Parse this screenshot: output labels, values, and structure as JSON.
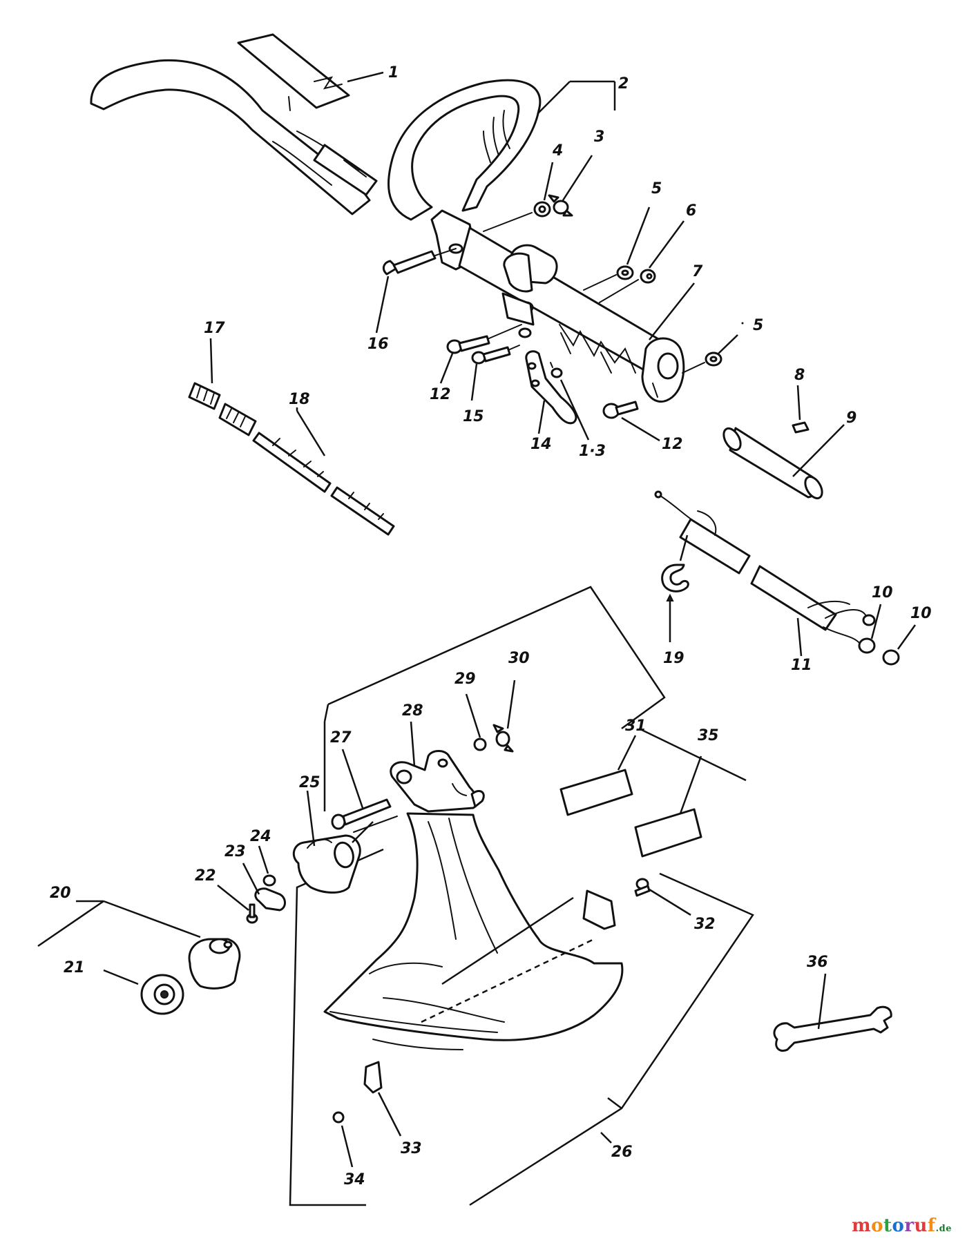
{
  "callouts": {
    "c1": "1",
    "c2": "2",
    "c3": "3",
    "c4": "4",
    "c5a": "5",
    "c5b": "5",
    "c6": "6",
    "c7": "7",
    "c8": "8",
    "c9": "9",
    "c10a": "10",
    "c10b": "10",
    "c11": "11",
    "c12a": "12",
    "c12b": "12",
    "c13": "1·3",
    "c14": "14",
    "c15": "15",
    "c16": "16",
    "c17": "17",
    "c18": "18",
    "c19": "19",
    "c20": "20",
    "c21": "21",
    "c22": "22",
    "c23": "23",
    "c24": "24",
    "c25": "25",
    "c26": "26",
    "c27": "27",
    "c28": "28",
    "c29": "29",
    "c30": "30",
    "c31": "31",
    "c32": "32",
    "c33": "33",
    "c34": "34",
    "c35": "35",
    "c36": "36"
  },
  "watermark": {
    "letters": [
      "m",
      "o",
      "t",
      "o",
      "r",
      "u",
      "f"
    ],
    "letter_colors": [
      "#e03a3a",
      "#f08c1a",
      "#2f9e44",
      "#1c6fd1",
      "#8e44ad",
      "#e03a3a",
      "#f08c1a"
    ],
    "tld": ".de"
  }
}
